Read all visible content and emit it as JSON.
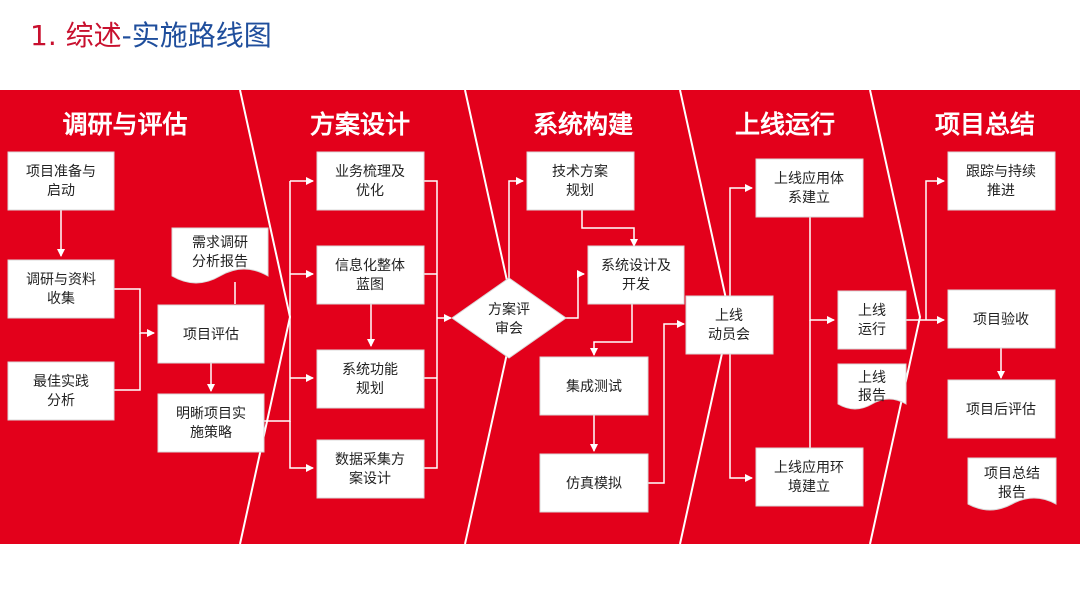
{
  "title": {
    "number": "1.",
    "part1": "综述",
    "separator": "-",
    "part2": "实施路线图"
  },
  "colors": {
    "banner": "#e3001b",
    "box_fill": "#ffffff",
    "box_stroke": "#d9d9d9",
    "title_red": "#c8102e",
    "title_blue": "#1f4e9c"
  },
  "phases": [
    "调研与评估",
    "方案设计",
    "系统构建",
    "上线运行",
    "项目总结"
  ],
  "nodes": {
    "prep": [
      "项目准备与",
      "启动"
    ],
    "survey": [
      "调研与资料",
      "收集"
    ],
    "best": [
      "最佳实践",
      "分析"
    ],
    "req_doc": [
      "需求调研",
      "分析报告"
    ],
    "eval": [
      "项目评估"
    ],
    "strategy": [
      "明晰项目实",
      "施策略"
    ],
    "biz": [
      "业务梳理及",
      "优化"
    ],
    "blueprint": [
      "信息化整体",
      "蓝图"
    ],
    "func": [
      "系统功能",
      "规划"
    ],
    "data": [
      "数据采集方",
      "案设计"
    ],
    "review": [
      "方案评",
      "审会"
    ],
    "tech": [
      "技术方案",
      "规划"
    ],
    "dev": [
      "系统设计及",
      "开发"
    ],
    "integ": [
      "集成测试"
    ],
    "sim": [
      "仿真模拟"
    ],
    "kickoff": [
      "上线",
      "动员会"
    ],
    "sys": [
      "上线应用体",
      "系建立"
    ],
    "run": [
      "上线",
      "运行"
    ],
    "golive_doc": [
      "上线",
      "报告"
    ],
    "env": [
      "上线应用环",
      "境建立"
    ],
    "track": [
      "跟踪与持续",
      "推进"
    ],
    "accept": [
      "项目验收"
    ],
    "post": [
      "项目后评估"
    ],
    "summary_doc": [
      "项目总结",
      "报告"
    ]
  }
}
